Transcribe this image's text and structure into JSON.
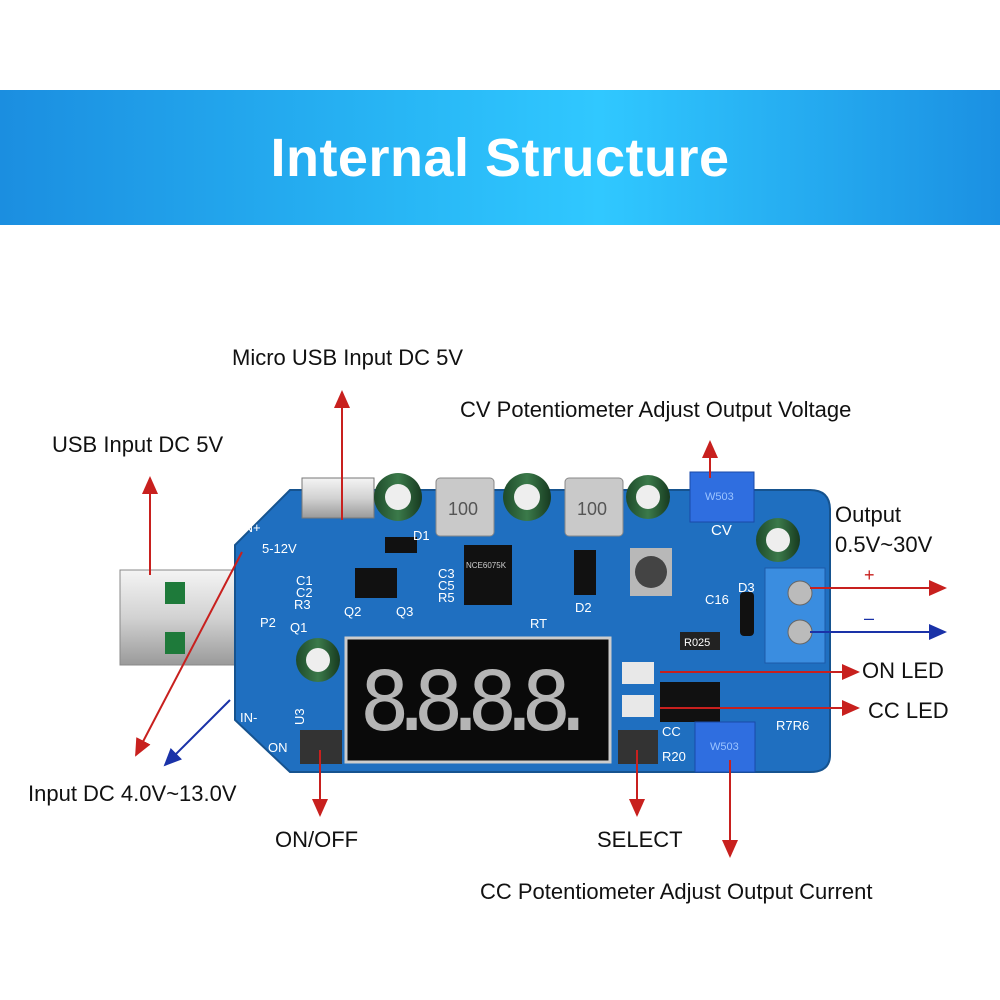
{
  "banner": {
    "title": "Internal Structure",
    "color": "#1fa8ee"
  },
  "labels": {
    "micro_usb": "Micro USB Input DC 5V",
    "cv_pot": "CV Potentiometer Adjust Output Voltage",
    "usb_input": "USB Input DC 5V",
    "output_title": "Output",
    "output_range": "0.5V~30V",
    "plus": "+",
    "minus": "–",
    "on_led": "ON LED",
    "cc_led": "CC LED",
    "input_dc": "Input DC 4.0V~13.0V",
    "on_off": "ON/OFF",
    "select": "SELECT",
    "cc_pot": "CC Potentiometer Adjust Output Current"
  },
  "board": {
    "display": "8.8.8.8.",
    "silkscreen": {
      "in_plus": "IN+",
      "in_minus": "IN-",
      "v512": "5-12V",
      "p2": "P2",
      "on": "ON",
      "u3": "U3",
      "cv": "CV",
      "cc": "CC",
      "d1": "D1",
      "d2": "D2",
      "d3": "D3",
      "c16": "C16",
      "rt": "RT",
      "q1": "Q1",
      "q2": "Q2",
      "q3": "Q3",
      "c1": "C1",
      "c2": "C2",
      "r3": "R3",
      "c3": "C3",
      "c5": "C5",
      "r5": "R5",
      "r7r6": "R7R6",
      "r20": "R20",
      "inductor": "100",
      "shunt": "R025",
      "pot_code": "W503",
      "mosfet": "NCE6075K"
    }
  },
  "colors": {
    "arrow_red": "#c8201e",
    "arrow_blue": "#1a32a8",
    "pcb": "#1f6fc0"
  }
}
